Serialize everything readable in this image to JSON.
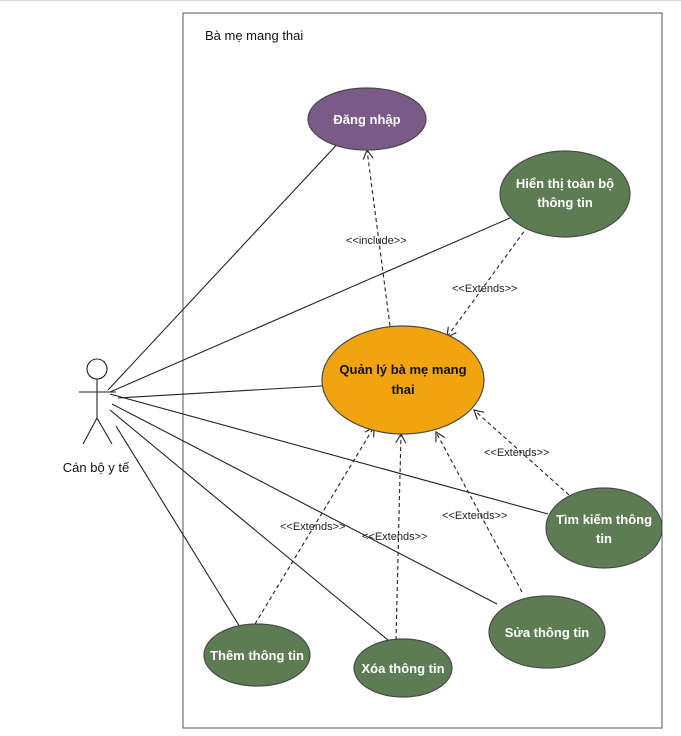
{
  "system": {
    "title": "Bà mẹ mang thai"
  },
  "actor": {
    "name": "Cán bộ y tế"
  },
  "use_cases": {
    "login": "Đăng nhập",
    "show_all_line1": "Hiển thị toàn bộ",
    "show_all_line2": "thông tin",
    "manage_line1": "Quản lý bà mẹ mang",
    "manage_line2": "thai",
    "search_line1": "Tìm kiếm thông",
    "search_line2": "tin",
    "edit": "Sửa thông tin",
    "add": "Thêm thông tin",
    "delete": "Xóa thông tin"
  },
  "relations": {
    "include": "<<include>>",
    "extends_show": "<<Extends>>",
    "extends_search": "<<Extends>>",
    "extends_edit": "<<Extends>>",
    "extends_delete": "<<Extends>>",
    "extends_add": "<<Extends>>"
  },
  "colors": {
    "login_fill": "#7a5a86",
    "manage_fill": "#f2a40f",
    "green_fill": "#5e7c54",
    "stroke": "#4a4a4a"
  }
}
